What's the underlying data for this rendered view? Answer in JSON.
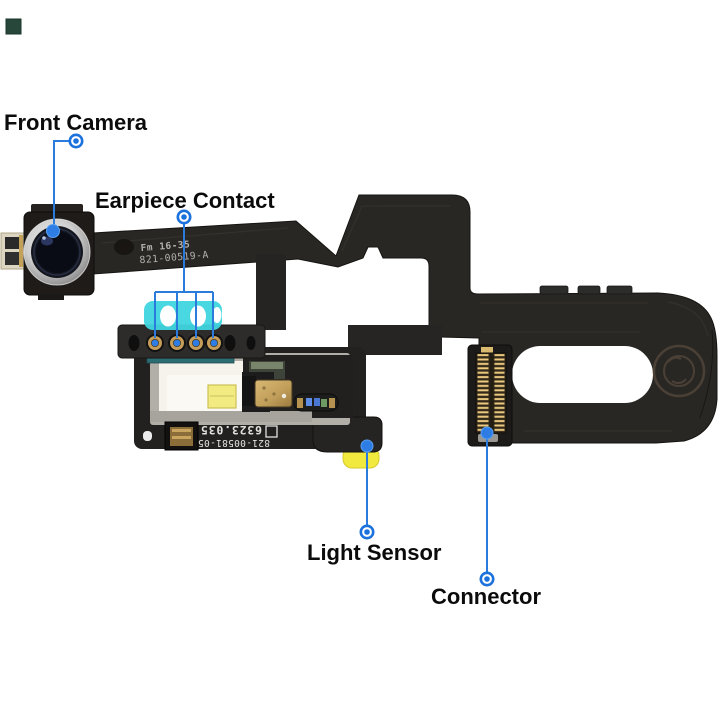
{
  "figure": {
    "type": "labeled-parts-diagram",
    "subject": "Front camera and sensor flex cable assembly",
    "background_color": "#ffffff"
  },
  "labels": {
    "front_camera": "Front Camera",
    "earpiece_contact": "Earpiece Contact",
    "light_sensor": "Light Sensor",
    "connector": "Connector"
  },
  "part_markings": {
    "camera_flex_line1": "Fm 16-35",
    "camera_flex_line2": "821-00519-A",
    "board_line1": "6323.035",
    "board_line2": "821-00581-05",
    "board_text_orientation": "rotated 180 degrees"
  },
  "colors": {
    "annotation_blue": "#1b74e0",
    "highlight_cyan": "#3fd6e0",
    "sensor_yellow": "#f2e93f",
    "flex_black": "#292724",
    "label_text": "#0b0b0b",
    "corner_swatch_green": "#26473a",
    "contact_gold": "#c59d59"
  },
  "icons": {
    "marker_ring": "blue ring with center dot",
    "marker_dot": "solid blue dot",
    "contact_bracket": "four-prong pointer bracket"
  }
}
